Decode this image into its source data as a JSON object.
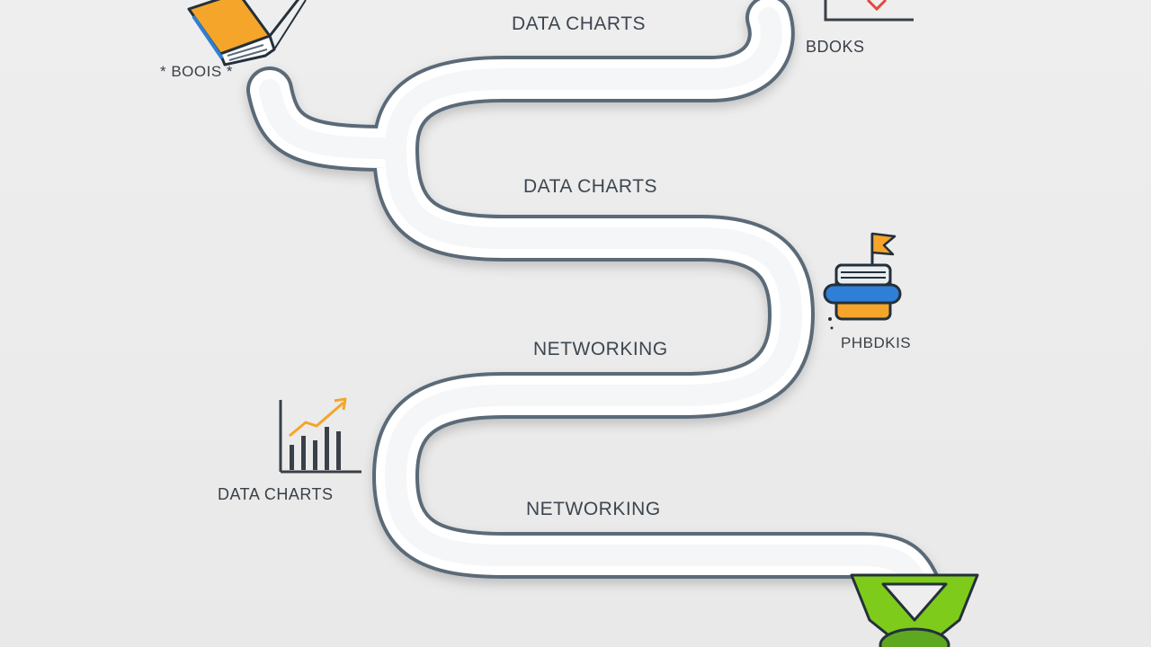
{
  "labels": {
    "top_center": "DATA CHARTS",
    "top_left": "* BOOIS *",
    "top_right": "BDOKS",
    "middle_upper": "DATA CHARTS",
    "middle": "NETWORKING",
    "right_mid": "PHBDKIS",
    "left_bottom": "DATA CHARTS",
    "bottom": "NETWORKING"
  },
  "icons": [
    "book-icon",
    "chart-frame-icon",
    "database-flag-icon",
    "bar-chart-trend-icon",
    "badge-icon"
  ],
  "colors": {
    "background": "#ececec",
    "road_outline": "#5a6b78",
    "road_fill": "#ffffff",
    "accent_orange": "#f4a52a",
    "accent_blue": "#2f7fd6",
    "accent_green": "#7ecb1c",
    "accent_red": "#e8463a"
  }
}
